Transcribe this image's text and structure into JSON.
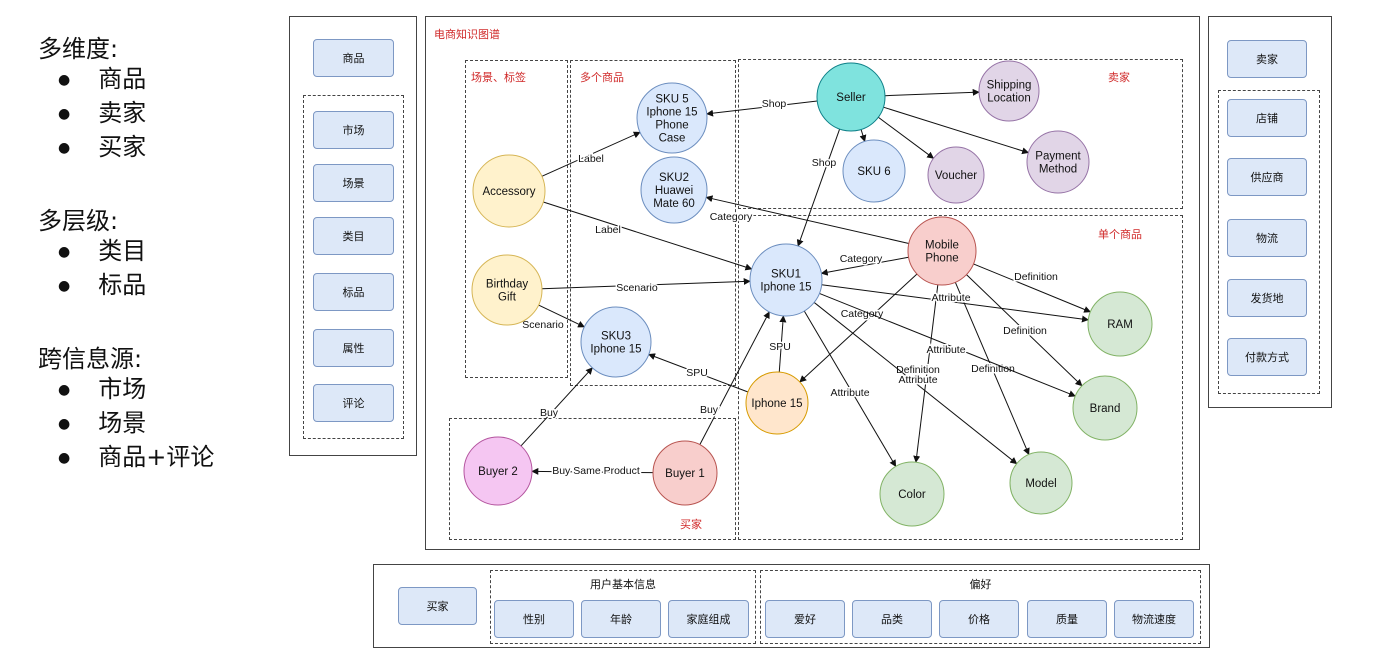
{
  "left_text": {
    "sections": [
      {
        "title": "多维度:",
        "items": [
          "商品",
          "卖家",
          "买家"
        ]
      },
      {
        "title": "多层级:",
        "items": [
          "类目",
          "标品"
        ]
      },
      {
        "title": "跨信息源:",
        "items": [
          "市场",
          "场景",
          "商品+评论"
        ]
      }
    ]
  },
  "left_panel": {
    "top": "商品",
    "items": [
      "市场",
      "场景",
      "类目",
      "标品",
      "属性",
      "评论"
    ]
  },
  "right_panel": {
    "top": "卖家",
    "items": [
      "店铺",
      "供应商",
      "物流",
      "发货地",
      "付款方式"
    ]
  },
  "bottom_panel": {
    "main": "买家",
    "group1_title": "用户基本信息",
    "group1": [
      "性别",
      "年龄",
      "家庭组成"
    ],
    "group2_title": "偏好",
    "group2": [
      "爱好",
      "品类",
      "价格",
      "质量",
      "物流速度"
    ]
  },
  "graph": {
    "title": "电商知识图谱",
    "region_labels": {
      "scene": "场景、标签",
      "multi": "多个商品",
      "seller": "卖家",
      "single": "单个商品",
      "buyer": "买家"
    },
    "colors": {
      "blue": "#dae8fc",
      "blue_stroke": "#6c8ebf",
      "yellow": "#fff2cc",
      "yellow_stroke": "#d6b656",
      "teal": "#7fe3de",
      "teal_stroke": "#0e8088",
      "purple": "#e1d5e7",
      "purple_stroke": "#9673a6",
      "red": "#f8cecc",
      "red_stroke": "#b85450",
      "orange": "#ffe6cc",
      "orange_stroke": "#d79b00",
      "green": "#d5e8d4",
      "green_stroke": "#82b366",
      "pink": "#f5c6f2",
      "pink_stroke": "#b4559f"
    },
    "nodes": [
      {
        "id": "sku5",
        "lines": [
          "SKU 5",
          "Iphone 15",
          "Phone",
          "Case"
        ],
        "color": "blue"
      },
      {
        "id": "sku2",
        "lines": [
          "SKU2",
          "Huawei",
          "Mate 60"
        ],
        "color": "blue"
      },
      {
        "id": "accessory",
        "lines": [
          "Accessory"
        ],
        "color": "yellow"
      },
      {
        "id": "birthday",
        "lines": [
          "Birthday",
          "Gift"
        ],
        "color": "yellow"
      },
      {
        "id": "sku3",
        "lines": [
          "SKU3",
          "Iphone 15"
        ],
        "color": "blue"
      },
      {
        "id": "seller",
        "lines": [
          "Seller"
        ],
        "color": "teal"
      },
      {
        "id": "shipping",
        "lines": [
          "Shipping",
          "Location"
        ],
        "color": "purple"
      },
      {
        "id": "sku6",
        "lines": [
          "SKU 6"
        ],
        "color": "blue"
      },
      {
        "id": "voucher",
        "lines": [
          "Voucher"
        ],
        "color": "purple"
      },
      {
        "id": "payment",
        "lines": [
          "Payment",
          "Method"
        ],
        "color": "purple"
      },
      {
        "id": "sku1",
        "lines": [
          "SKU1",
          "Iphone 15"
        ],
        "color": "blue"
      },
      {
        "id": "mobile",
        "lines": [
          "Mobile",
          "Phone"
        ],
        "color": "red"
      },
      {
        "id": "ram",
        "lines": [
          "RAM"
        ],
        "color": "green"
      },
      {
        "id": "iphone15",
        "lines": [
          "Iphone 15"
        ],
        "color": "orange"
      },
      {
        "id": "brand",
        "lines": [
          "Brand"
        ],
        "color": "green"
      },
      {
        "id": "color",
        "lines": [
          "Color"
        ],
        "color": "green"
      },
      {
        "id": "model",
        "lines": [
          "Model"
        ],
        "color": "green"
      },
      {
        "id": "buyer2",
        "lines": [
          "Buyer 2"
        ],
        "color": "pink"
      },
      {
        "id": "buyer1",
        "lines": [
          "Buyer 1"
        ],
        "color": "red"
      }
    ],
    "edges": [
      {
        "from": "seller",
        "to": "sku5",
        "label": "Shop"
      },
      {
        "from": "seller",
        "to": "shipping",
        "label": ""
      },
      {
        "from": "seller",
        "to": "sku6",
        "label": ""
      },
      {
        "from": "seller",
        "to": "voucher",
        "label": ""
      },
      {
        "from": "seller",
        "to": "payment",
        "label": ""
      },
      {
        "from": "seller",
        "to": "sku1",
        "label": "Shop"
      },
      {
        "from": "accessory",
        "to": "sku5",
        "label": "Label"
      },
      {
        "from": "accessory",
        "to": "sku1",
        "label": "Label"
      },
      {
        "from": "mobile",
        "to": "sku2",
        "label": "Category"
      },
      {
        "from": "birthday",
        "to": "sku1",
        "label": "Scenario"
      },
      {
        "from": "birthday",
        "to": "sku3",
        "label": "Scenario"
      },
      {
        "from": "mobile",
        "to": "sku1",
        "label": "Category"
      },
      {
        "from": "mobile",
        "to": "iphone15",
        "label": "Category"
      },
      {
        "from": "mobile",
        "to": "ram",
        "label": "Definition"
      },
      {
        "from": "mobile",
        "to": "brand",
        "label": "Definition"
      },
      {
        "from": "mobile",
        "to": "color",
        "label": "Definition"
      },
      {
        "from": "mobile",
        "to": "model",
        "label": "Definition"
      },
      {
        "from": "sku1",
        "to": "ram",
        "label": "Attribute"
      },
      {
        "from": "sku1",
        "to": "brand",
        "label": "Attribute"
      },
      {
        "from": "sku1",
        "to": "color",
        "label": "Attribute"
      },
      {
        "from": "sku1",
        "to": "model",
        "label": "Attribute"
      },
      {
        "from": "iphone15",
        "to": "sku1",
        "label": "SPU"
      },
      {
        "from": "iphone15",
        "to": "sku3",
        "label": "SPU"
      },
      {
        "from": "buyer1",
        "to": "sku1",
        "label": "Buy"
      },
      {
        "from": "buyer2",
        "to": "sku3",
        "label": "Buy"
      },
      {
        "from": "buyer1",
        "to": "buyer2",
        "label": "Buy Same Product"
      }
    ]
  }
}
